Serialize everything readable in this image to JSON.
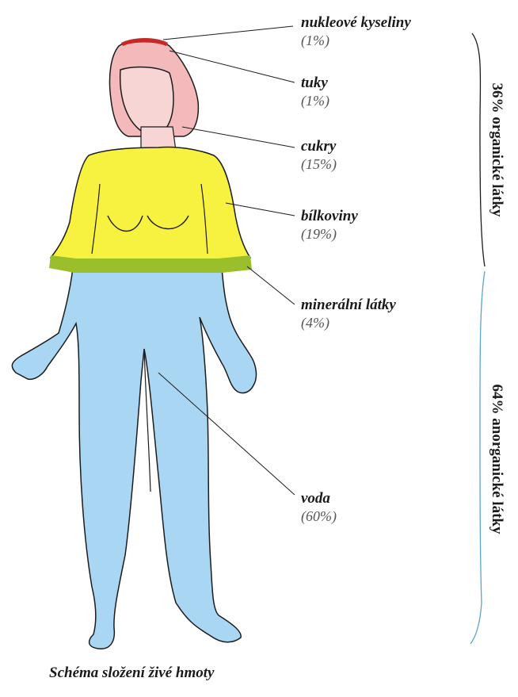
{
  "labels": [
    {
      "name": "nukleové kyseliny",
      "percent": "(1%)"
    },
    {
      "name": "tuky",
      "percent": "(1%)"
    },
    {
      "name": "cukry",
      "percent": "(15%)"
    },
    {
      "name": "bílkoviny",
      "percent": "(19%)"
    },
    {
      "name": "minerální látky",
      "percent": "(4%)"
    },
    {
      "name": "voda",
      "percent": "(60%)"
    }
  ],
  "groups": {
    "organic": "36% organické látky",
    "inorganic": "64% anorganické látky"
  },
  "caption": "Schéma složení živé hmoty",
  "colors": {
    "skin": "#f7d5d5",
    "hair": "#f4b9bb",
    "nucleic": "#c62828",
    "top": "#f7f23f",
    "band": "#9bbf2b",
    "body": "#a9d6f3",
    "outline": "#1c1c1c",
    "brace": "#5aa6c6"
  }
}
